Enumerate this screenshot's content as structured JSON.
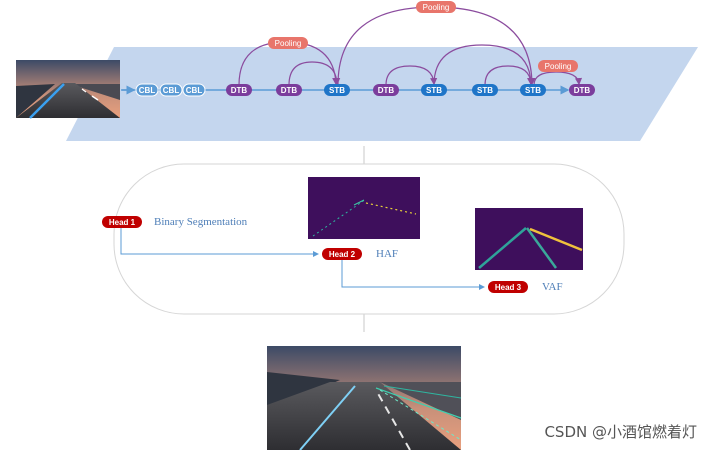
{
  "backbone": {
    "nodes": [
      "CBL",
      "CBL",
      "CBL",
      "DTB",
      "DTB",
      "STB",
      "DTB",
      "STB",
      "STB",
      "STB",
      "DTB"
    ],
    "pooling": [
      "Pooling",
      "Pooling",
      "Pooling"
    ]
  },
  "heads": {
    "head1": {
      "label": "Head 1",
      "desc": "Binary Segmentation"
    },
    "head2": {
      "label": "Head 2",
      "desc": "HAF"
    },
    "head3": {
      "label": "Head 3",
      "desc": "VAF"
    }
  },
  "watermark": "CSDN @小酒馆燃着灯",
  "colors": {
    "plane": "#c4d6ee",
    "cbl": "#5b9bd5",
    "dtb": "#7b3d9c",
    "stb": "#1f75c8",
    "pooling": "#e8756b",
    "head": "#c00000",
    "arc": "#8b4c9e",
    "arrow": "#5b9bd5"
  }
}
